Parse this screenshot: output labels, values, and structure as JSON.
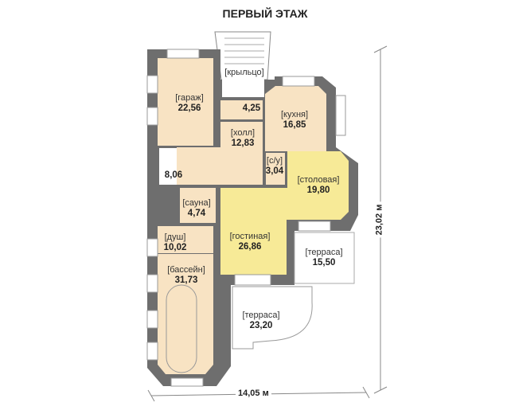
{
  "title": "ПЕРВЫЙ ЭТАЖ",
  "rooms": [
    {
      "name": "[гараж]",
      "area": "22,56"
    },
    {
      "name": "[крыльцо]",
      "area": ""
    },
    {
      "name": "",
      "area": "4,25"
    },
    {
      "name": "[кухня]",
      "area": "16,85"
    },
    {
      "name": "[холл]",
      "area": "12,83"
    },
    {
      "name": "[с/у]",
      "area": "3,04"
    },
    {
      "name": "",
      "area": "8,06"
    },
    {
      "name": "[столовая]",
      "area": "19,80"
    },
    {
      "name": "[сауна]",
      "area": "4,74"
    },
    {
      "name": "[душ]",
      "area": "10,02"
    },
    {
      "name": "[гостиная]",
      "area": "26,86"
    },
    {
      "name": "[терраса]",
      "area": "15,50"
    },
    {
      "name": "[бассейн]",
      "area": "31,73"
    },
    {
      "name": "[терраса]",
      "area": "23,20"
    }
  ],
  "dimensions": {
    "width": "14,05 м",
    "length": "23,02 м"
  },
  "colors": {
    "wall": "#6e6e6e",
    "room": "#f8e3c3",
    "living": "#f7ea97",
    "window": "#ffffff"
  }
}
